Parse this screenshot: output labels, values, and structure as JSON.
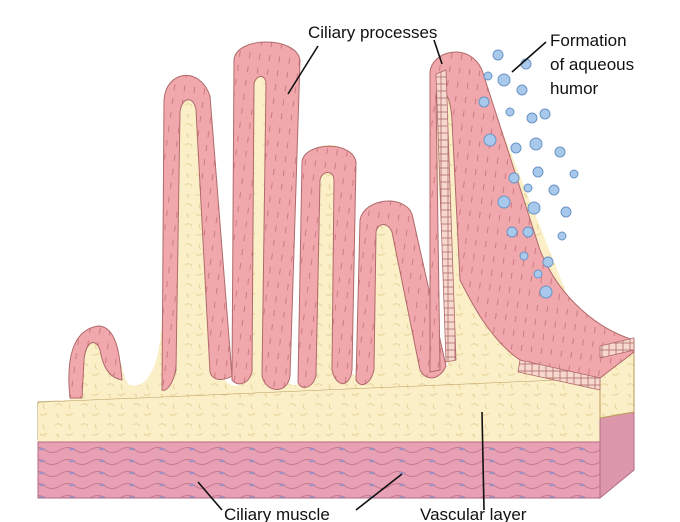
{
  "labels": {
    "ciliary_processes": "Ciliary processes",
    "formation_line1": "Formation",
    "formation_line2": "of aqueous",
    "formation_line3": "humor",
    "ciliary_muscle": "Ciliary muscle",
    "vascular_layer": "Vascular layer"
  },
  "colors": {
    "epithelium": "#f0a8ad",
    "epithelium_dark": "#d9868c",
    "stroma": "#fbefc8",
    "stroma_lines": "#e8d49a",
    "muscle": "#e8a0b4",
    "muscle_dark": "#c47a90",
    "droplet": "#a8c8ec",
    "droplet_edge": "#6a94c4"
  }
}
